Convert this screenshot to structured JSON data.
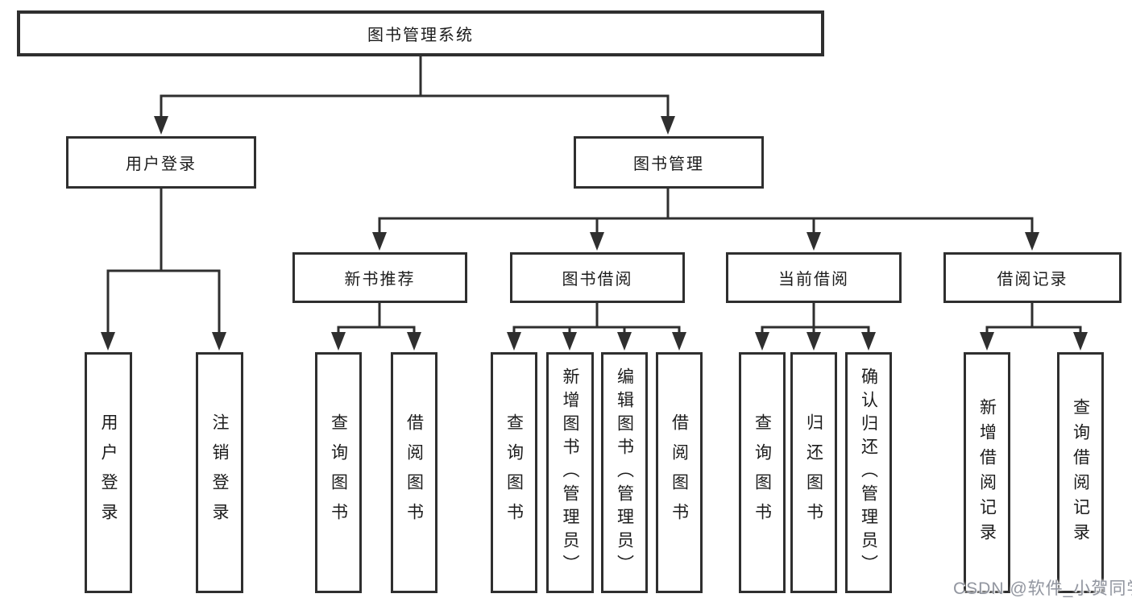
{
  "tree": {
    "root": "图书管理系统",
    "children": [
      {
        "label": "用户登录",
        "children": [
          {
            "label": "用户登录"
          },
          {
            "label": "注销登录"
          }
        ]
      },
      {
        "label": "图书管理",
        "children": [
          {
            "label": "新书推荐",
            "children": [
              {
                "label": "查询图书"
              },
              {
                "label": "借阅图书"
              }
            ]
          },
          {
            "label": "图书借阅",
            "children": [
              {
                "label": "查询图书"
              },
              {
                "label": "新增图书（管理员）"
              },
              {
                "label": "编辑图书（管理员）"
              },
              {
                "label": "借阅图书"
              }
            ]
          },
          {
            "label": "当前借阅",
            "children": [
              {
                "label": "查询图书"
              },
              {
                "label": "归还图书"
              },
              {
                "label": "确认归还（管理员）"
              }
            ]
          },
          {
            "label": "借阅记录",
            "children": [
              {
                "label": "新增借阅记录"
              },
              {
                "label": "查询借阅记录"
              }
            ]
          }
        ]
      }
    ]
  },
  "watermark": {
    "text": "CSDN @软件_小贺同学",
    "color": "#9296a0"
  },
  "colors": {
    "line": "#2f2f2f",
    "box_border": "#2f2f2f",
    "text": "#1c1c1c",
    "background": "#ffffff"
  }
}
